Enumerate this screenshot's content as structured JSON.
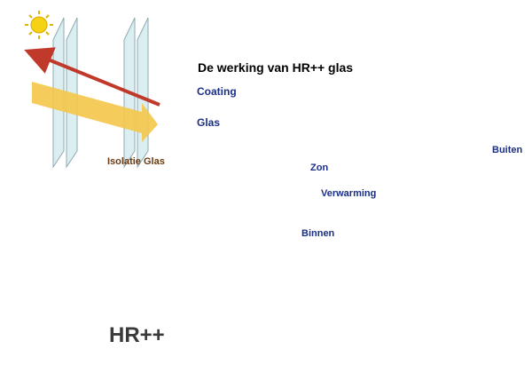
{
  "diagram": {
    "title": "De werking van HR++ glas",
    "labels": {
      "coating": "Coating",
      "glas": "Glas",
      "zon": "Zon",
      "verwarming": "Verwarming",
      "binnen": "Binnen",
      "buiten": "Buiten"
    }
  },
  "panels": {
    "top_caption": "Isolatie Glas",
    "bottom_caption": "HR++"
  },
  "colors": {
    "sun": "#f5d213",
    "sun_large": "#f28a13",
    "arrow_orange": "#f39a3a",
    "arrow_yellow": "#f4c64a",
    "arrow_red": "#c0392b",
    "glass_cyan": "#8fd0d3",
    "coating_green": "#9bd24a",
    "base_teal": "#0f6b5e",
    "label_blue": "#1a2f86"
  }
}
